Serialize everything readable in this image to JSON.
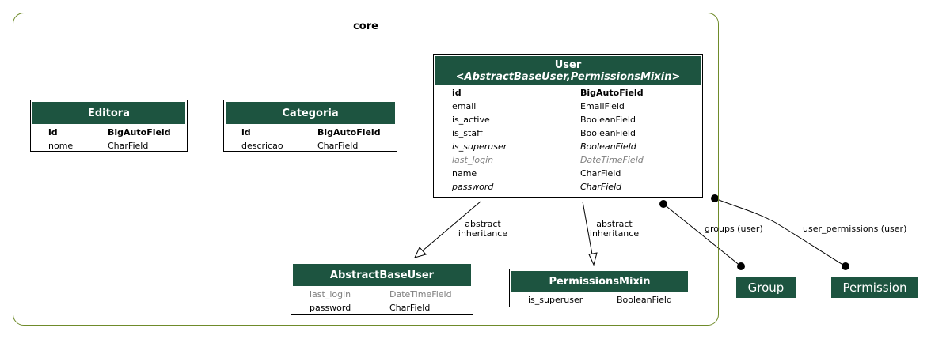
{
  "cluster": {
    "label": "core"
  },
  "colors": {
    "header": "#1d5440",
    "cluster_border": "#6f8b2a"
  },
  "entities": {
    "editora": {
      "title": "Editora",
      "fields": [
        {
          "name": "id",
          "type": "BigAutoField"
        },
        {
          "name": "nome",
          "type": "CharField"
        }
      ]
    },
    "categoria": {
      "title": "Categoria",
      "fields": [
        {
          "name": "id",
          "type": "BigAutoField"
        },
        {
          "name": "descricao",
          "type": "CharField"
        }
      ]
    },
    "user": {
      "title": "User",
      "subtitle": "<AbstractBaseUser,PermissionsMixin>",
      "fields": [
        {
          "name": "id",
          "type": "BigAutoField"
        },
        {
          "name": "email",
          "type": "EmailField"
        },
        {
          "name": "is_active",
          "type": "BooleanField"
        },
        {
          "name": "is_staff",
          "type": "BooleanField"
        },
        {
          "name": "is_superuser",
          "type": "BooleanField"
        },
        {
          "name": "last_login",
          "type": "DateTimeField"
        },
        {
          "name": "name",
          "type": "CharField"
        },
        {
          "name": "password",
          "type": "CharField"
        }
      ]
    },
    "abstract_base_user": {
      "title": "AbstractBaseUser",
      "fields": [
        {
          "name": "last_login",
          "type": "DateTimeField"
        },
        {
          "name": "password",
          "type": "CharField"
        }
      ]
    },
    "permissions_mixin": {
      "title": "PermissionsMixin",
      "fields": [
        {
          "name": "is_superuser",
          "type": "BooleanField"
        }
      ]
    }
  },
  "external": {
    "group": "Group",
    "permission": "Permission"
  },
  "edges": {
    "abstract1": "abstract\ninheritance",
    "abstract2": "abstract\ninheritance",
    "groups": "groups (user)",
    "user_permissions": "user_permissions (user)"
  }
}
